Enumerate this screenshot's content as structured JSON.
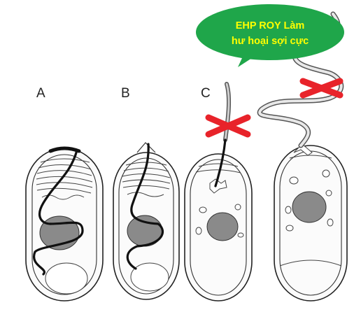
{
  "callout": {
    "line1": "EHP ROY Làm",
    "line2": "hư hoại sợi cực",
    "fill": "#1fa64a",
    "text_color": "#ffff00"
  },
  "panels": [
    {
      "label": "A"
    },
    {
      "label": "B"
    },
    {
      "label": "C"
    },
    {
      "label": ""
    }
  ],
  "marks": {
    "cross_color": "#e8232a",
    "nucleus_color": "#8a8a8a"
  }
}
